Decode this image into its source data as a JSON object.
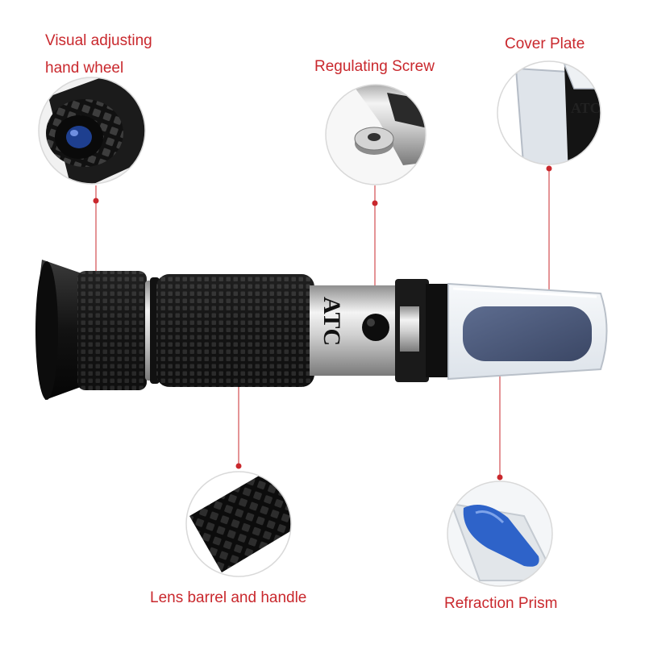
{
  "device_text": "ATC",
  "labels": {
    "wheel_line1": "Visual adjusting",
    "wheel_line2": "hand wheel",
    "screw": "Regulating Screw",
    "cover": "Cover Plate",
    "barrel": "Lens barrel and handle",
    "prism": "Refraction Prism"
  },
  "icons": [
    "hand-wheel-closeup",
    "regulating-screw-closeup",
    "cover-plate-closeup",
    "lens-barrel-closeup",
    "refraction-prism-closeup"
  ],
  "colors": {
    "label": "#c9282d",
    "leader": "#c9282d",
    "body": "#1b1b1b",
    "chrome": "#c9c9c9",
    "prism": "#4c5a7a",
    "prism_closeup": "#2e63c9",
    "circle_border": "#d9d9d9"
  }
}
